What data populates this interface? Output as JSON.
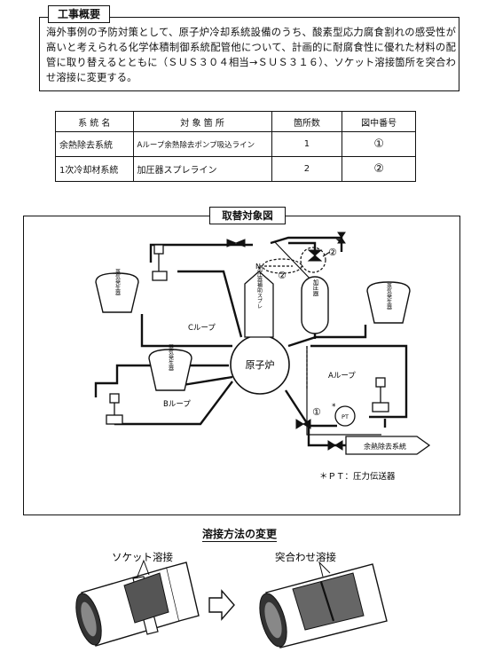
{
  "summary": {
    "tag": "工事概要",
    "text": "海外事例の予防対策として、原子炉冷却系統設備のうち、酸素型応力腐食割れの感受性が高いと考えられる化学体積制御系統配管他について、計画的に耐腐食性に優れた材料の配管に取り替えるとともに（ＳＵＳ３０４相当→ＳＵＳ３１６）、ソケット溶接箇所を突合わせ溶接に変更する。"
  },
  "table": {
    "headers": [
      "系 統 名",
      "対 象 箇 所",
      "箇所数",
      "図中番号"
    ],
    "rows": [
      [
        "余熱除去系統",
        "Aループ余熱除去ポンプ吸込ライン",
        "1",
        "①"
      ],
      [
        "1次冷却材系統",
        "加圧器スプレライン",
        "2",
        "②"
      ]
    ]
  },
  "diagram": {
    "title": "取替対象図",
    "reactor": "原子炉",
    "c_loop": "Cループ",
    "b_loop": "Bループ",
    "a_loop": "Aループ",
    "sg": "蒸気発生器",
    "pressurizer": "加圧器",
    "spray_valve": "加圧器補助スプレ",
    "pt": "PT",
    "rhr_system": "余熱除去系統",
    "marker1": "①",
    "marker2": "②",
    "asterisk": "*",
    "note": "＊ＰＴ：圧力伝送器",
    "n_label": "N"
  },
  "weld": {
    "title": "溶接方法の変更",
    "socket": "ソケット溶接",
    "butt": "突合わせ溶接"
  }
}
